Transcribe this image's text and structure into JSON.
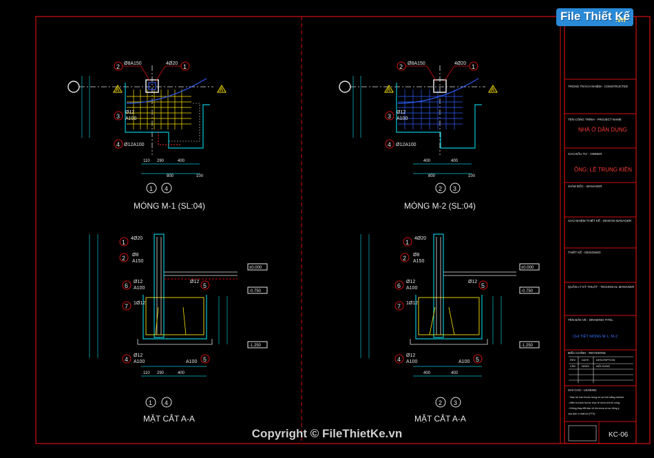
{
  "brand": {
    "logo_text": "File Thiết Kế",
    "logo_suffix": ".vn",
    "copyright": "Copyright © FileThietKe.vn"
  },
  "views": {
    "m1_title": "MÓNG M-1 (SL:04)",
    "m2_title": "MÓNG M-2 (SL:04)",
    "s1_title": "MẶT CẮT A-A",
    "s2_title": "MẶT CẮT A-A",
    "axes_1": [
      "1",
      "4"
    ],
    "axes_2": [
      "2",
      "3"
    ]
  },
  "labels": {
    "rebar_2": "Ø8A150",
    "rebar_1": "4Ø20",
    "rebar_3a": "Ø12",
    "rebar_3b": "A100",
    "rebar_4": "Ø12A100",
    "sec_1": "4Ø20",
    "sec_2a": "Ø8",
    "sec_2b": "A150",
    "sec_6a": "Ø12",
    "sec_6b": "A100",
    "sec_7": "1Ø12",
    "sec_5": "Ø12",
    "sec_4a": "Ø12",
    "sec_4b": "A100",
    "sec_5b": "A100",
    "cut": "A",
    "dim_110": "110",
    "dim_290": "290",
    "dim_400": "400",
    "dim_800": "800",
    "dim_100": "100",
    "elev_top": "±0.000",
    "elev_mid": "-0.750",
    "elev_bot": "-1.250"
  },
  "titleblock": {
    "owner_label": "TRONG TRÁCH NHIỆM - CONSTRUCTED",
    "project_label": "TÊN CÔNG TRÌNH - PROJECT NAME",
    "project_name": "NHÀ Ở DÂN DỤNG",
    "client_label": "CHỦ ĐẦU TƯ - OWNER",
    "client_name": "ÔNG: LÊ TRUNG KIÊN",
    "manager_label": "GIÁM ĐỐC - MANAGER",
    "design_manager_label": "CHỦ NHIỆM THIẾT KẾ - DESIGN MANAGER",
    "designer_label": "THIẾT KẾ - DESIGNED",
    "tech_label": "QUẢN LÝ KỸ THUẬT - TECHNICAL MANAGER",
    "drawing_title_label": "TÊN BẢN VẼ - DRAWING TITEL",
    "drawing_title": "CHI TIẾT MÓNG M-1, M-2",
    "revision_label": "ĐIỀU CHỈNH - REVISIONS",
    "rev_cols": [
      "REV",
      "DATE",
      "DESCRIPTION"
    ],
    "rev_cols2": [
      "LẦN",
      "NGÀY",
      "NỘI DUNG"
    ],
    "notes_label": "GHI CHÚ - LEGEND",
    "notes": [
      "- Toàn bộ kích thước trong hồ sơ tính bằng milimet.",
      "- Kiểm tra kích thước thực tế trước khi thi công.",
      "- Không thay đổi bản vẽ khi chưa có sự đồng ý",
      "  của đơn vị thiết kế (FTK)"
    ],
    "sheet_no": "KC-06"
  },
  "colors": {
    "frame": "#d01010",
    "cyan": "#00c8d8",
    "yellow": "#ffe600",
    "white": "#e8e8e8",
    "green": "#22d422",
    "blue": "#3060ff"
  }
}
